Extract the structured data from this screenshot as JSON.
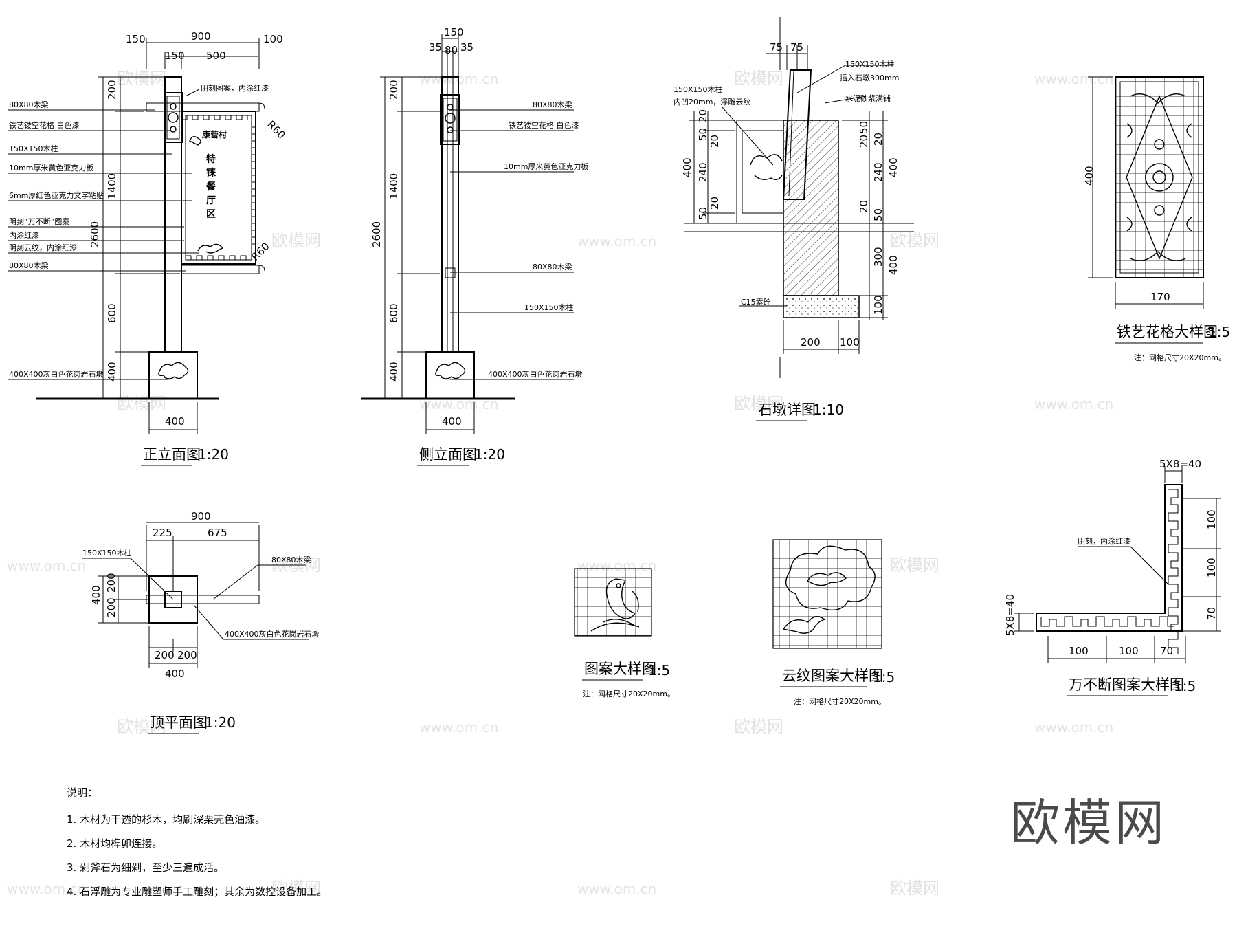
{
  "watermark": {
    "cn": "欧模网",
    "url": "www.om.cn"
  },
  "brand_logo": "欧模网",
  "front": {
    "title": "正立面图",
    "scale": "1:20",
    "dims": [
      "150",
      "900",
      "100",
      "150",
      "500",
      "200",
      "1400",
      "2600",
      "600",
      "400",
      "400",
      "R60",
      "R60"
    ],
    "labels": [
      "80X80木梁",
      "铁艺镂空花格 白色漆",
      "150X150木柱",
      "10mm厚米黄色亚克力板",
      "6mm厚红色亚克力文字粘贴",
      "阴刻“万不断”图案",
      "内涂红漆",
      "阴刻云纹，内涂红漆",
      "80X80木梁",
      "400X400灰白色花岗岩石墩",
      "阴刻图案，内涂红漆"
    ],
    "sign_village": "康营村",
    "sign_text": [
      "特",
      "铼",
      "餐",
      "厅",
      "区"
    ]
  },
  "side": {
    "title": "侧立面图",
    "scale": "1:20",
    "dims": [
      "150",
      "35",
      "80",
      "35",
      "200",
      "1400",
      "2600",
      "600",
      "400",
      "400"
    ],
    "labels": [
      "80X80木梁",
      "铁艺镂空花格 白色漆",
      "10mm厚米黄色亚克力板",
      "80X80木梁",
      "150X150木柱",
      "400X400灰白色花岗岩石墩"
    ]
  },
  "stone": {
    "title": "石墩详图",
    "scale": "1:10",
    "dims": [
      "75",
      "75",
      "20",
      "50",
      "20",
      "400",
      "240",
      "20",
      "50",
      "20",
      "50",
      "20",
      "240",
      "400",
      "20",
      "50",
      "300",
      "400",
      "100",
      "200",
      "100"
    ],
    "labels": [
      "150X150木柱",
      "插入石墩300mm",
      "150X150木柱",
      "内凹20mm，浮雕云纹",
      "水泥砂浆满铺",
      "C15素砼"
    ]
  },
  "iron": {
    "title": "铁艺花格大样图",
    "scale": "1:5",
    "dims": [
      "400",
      "170"
    ],
    "note": "注：网格尺寸20X20mm。"
  },
  "plan": {
    "title": "顶平面图",
    "scale": "1:20",
    "dims": [
      "900",
      "225",
      "675",
      "400",
      "200",
      "200",
      "200",
      "200",
      "400"
    ],
    "labels": [
      "150X150木柱",
      "80X80木梁",
      "400X400灰白色花岗岩石墩"
    ]
  },
  "pattern": {
    "title": "图案大样图",
    "scale": "1:5",
    "note": "注：网格尺寸20X20mm。"
  },
  "cloud": {
    "title": "云纹图案大样图",
    "scale": "1:5",
    "note": "注：网格尺寸20X20mm。"
  },
  "wanbu": {
    "title": "万不断图案大样图",
    "scale": "1:5",
    "dims": [
      "5X8=40",
      "100",
      "100",
      "70",
      "5X8=40",
      "100",
      "100",
      "70"
    ],
    "label": "阴刻，内涂红漆"
  },
  "notes": {
    "heading": "说明：",
    "items": [
      "1.  木材为干透的杉木，均刷深栗壳色油漆。",
      "2.  木材均榫卯连接。",
      "3.  剁斧石为细剁，至少三遍成活。",
      "4.  石浮雕为专业雕塑师手工雕刻；其余为数控设备加工。"
    ]
  }
}
